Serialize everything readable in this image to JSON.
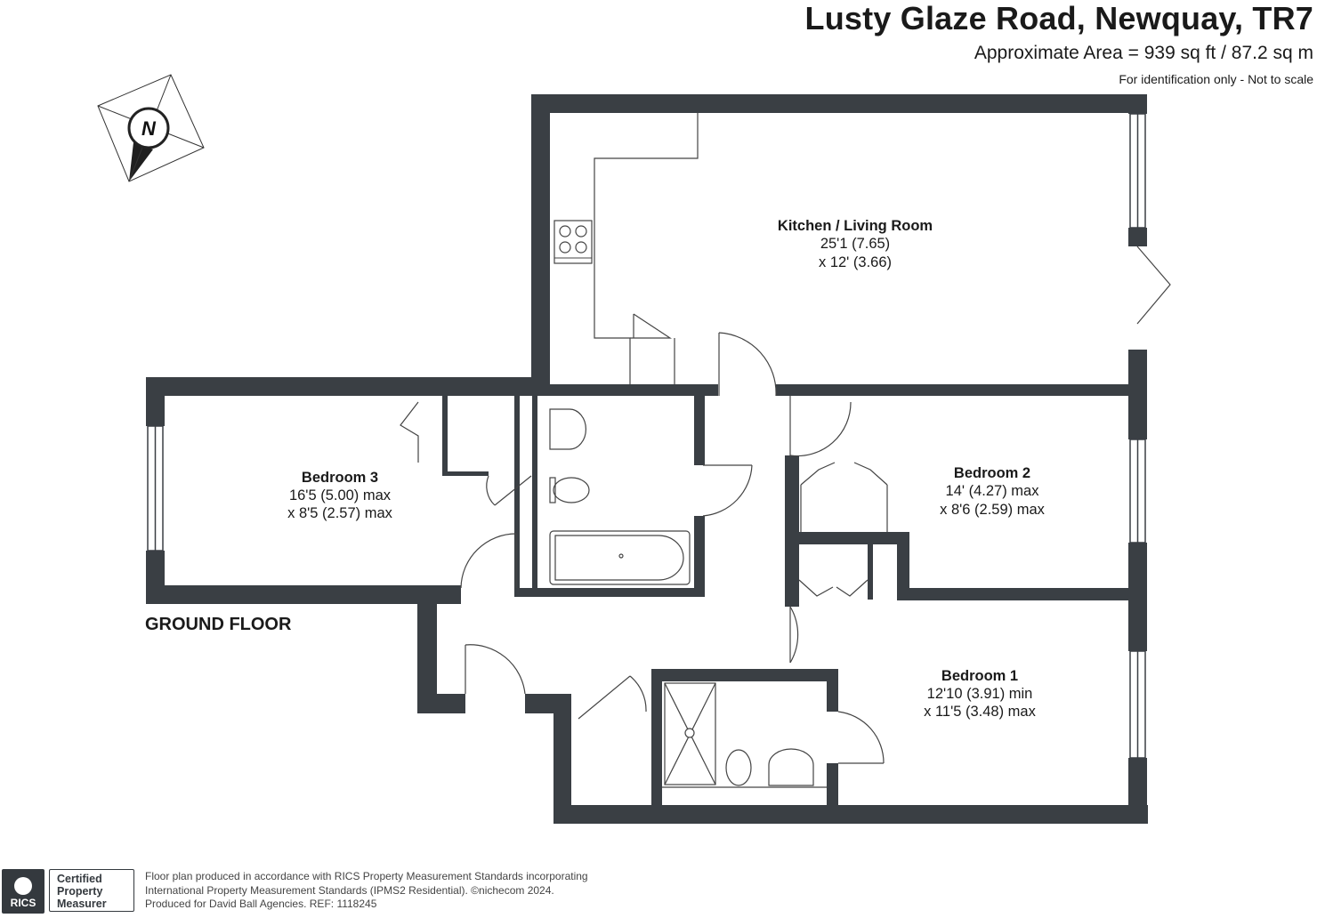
{
  "header": {
    "title": "Lusty Glaze Road, Newquay, TR7",
    "area": "Approximate Area = 939 sq ft / 87.2 sq m",
    "note": "For identification only - Not to scale"
  },
  "compass": {
    "label": "N"
  },
  "rooms": [
    {
      "name": "Kitchen / Living Room",
      "dim1": "25'1 (7.65)",
      "dim2": "x 12' (3.66)"
    },
    {
      "name": "Bedroom 3",
      "dim1": "16'5 (5.00) max",
      "dim2": "x 8'5 (2.57) max"
    },
    {
      "name": "Bedroom 2",
      "dim1": "14' (4.27) max",
      "dim2": "x 8'6 (2.59) max"
    },
    {
      "name": "Bedroom 1",
      "dim1": "12'10 (3.91) min",
      "dim2": "x 11'5 (3.48) max"
    }
  ],
  "floor_label": "GROUND FLOOR",
  "badge": {
    "org": "RICS",
    "cert_line1": "Certified",
    "cert_line2": "Property",
    "cert_line3": "Measurer"
  },
  "footer": {
    "line1": "Floor plan produced in accordance with RICS Property Measurement Standards incorporating",
    "line2": "International Property Measurement Standards (IPMS2 Residential).  ©nichecom 2024.",
    "line3": "Produced for David Ball Agencies.   REF:  1118245"
  },
  "colors": {
    "wall": "#3a3f44",
    "fixture": "#555555",
    "text": "#1a1a1a"
  }
}
